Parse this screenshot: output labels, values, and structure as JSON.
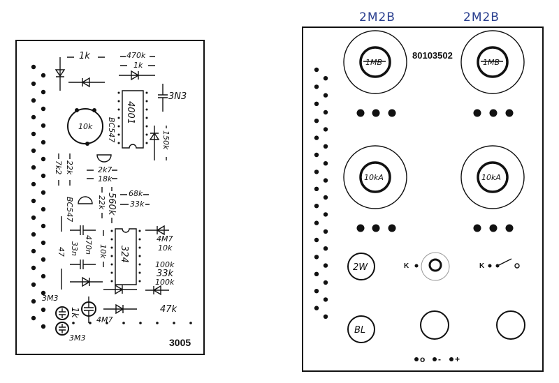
{
  "left_board": {
    "board_number": "3005",
    "ic1": "4001",
    "ic2": "324",
    "pot": "10k",
    "transistor1": "BC547",
    "transistor2": "BC547",
    "labels": {
      "r_1k_top": "1k",
      "r_470k": "470k",
      "r_1k_2": "1k",
      "c_3n3": "3N3",
      "r_150k": "150k",
      "r_7k2": "7k2",
      "r_22k_a": "22k",
      "r_2k7": "2k7",
      "r_18k": "18k",
      "r_68k": "68k",
      "r_33k_a": "33k",
      "r_22k_b": "22k",
      "r_560k": "560k",
      "c_470n": "470n",
      "c_33n": "33n",
      "r_47": "47",
      "r_10k_v": "10k",
      "r_4m7": "4M7",
      "r_10k": "10k",
      "r_100k_a": "100k",
      "r_33k_b": "33k",
      "r_100k_b": "100k",
      "r_47k": "47k",
      "c_3m3_a": "3M3",
      "r_1k_v": "1k",
      "c_4m7": "4M7",
      "c_3m3_b": "3M3"
    }
  },
  "right_board": {
    "top_label_left": "2M2B",
    "top_label_right": "2M2B",
    "part_number": "80103502",
    "pot_top_left": "1MB",
    "pot_top_right": "1MB",
    "pot_mid_left": "10kA",
    "pot_mid_right": "10kA",
    "jack_2w": "2W",
    "k_left": "K",
    "k_right": "K",
    "jack_bl": "BL",
    "power_o": "o",
    "power_minus": "-",
    "power_plus": "+"
  }
}
